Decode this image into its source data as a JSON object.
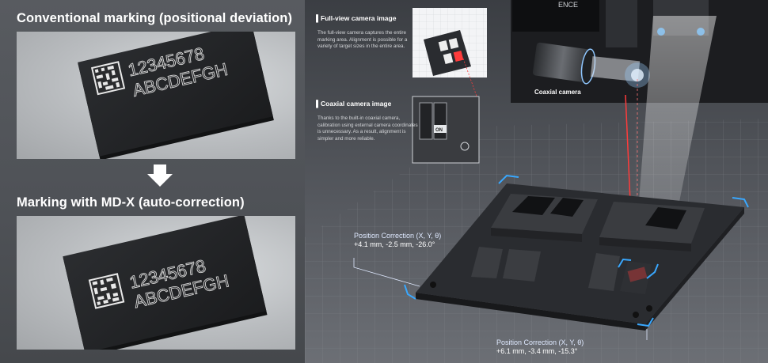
{
  "left": {
    "heading_conventional": "Conventional marking (positional deviation)",
    "heading_mdx": "Marking with MD-X (auto-correction)",
    "sample1": {
      "digits": "12345678",
      "letters": "ABCDEFGH"
    },
    "sample2": {
      "digits": "12345678",
      "letters": "ABCDEFGH"
    }
  },
  "insets": {
    "full_view": {
      "title": "▌Full-view camera image",
      "text": "The full-view camera captures the entire marking area. Alignment is possible for a variety of target sizes in the entire area."
    },
    "coaxial": {
      "title": "▌Coaxial camera image",
      "text": "Thanks to the built-in coaxial camera, calibration using external camera coordinates is unnecessary. As a result, alignment is simpler and more reliable.",
      "on_label": "ON"
    }
  },
  "scene": {
    "coaxial_camera_label": "Coaxial camera",
    "brand_fragment": "ENCE",
    "correction1": {
      "title": "Position Correction (X, Y, θ)",
      "values": "+4.1 mm, -2.5 mm, -26.0°"
    },
    "correction2": {
      "title": "Position Correction (X, Y, θ)",
      "values": "+6.1 mm, -3.4 mm, -15.3°"
    }
  },
  "colors": {
    "accent_blue": "#39a8ff",
    "laser_red": "#ff3b3b"
  }
}
